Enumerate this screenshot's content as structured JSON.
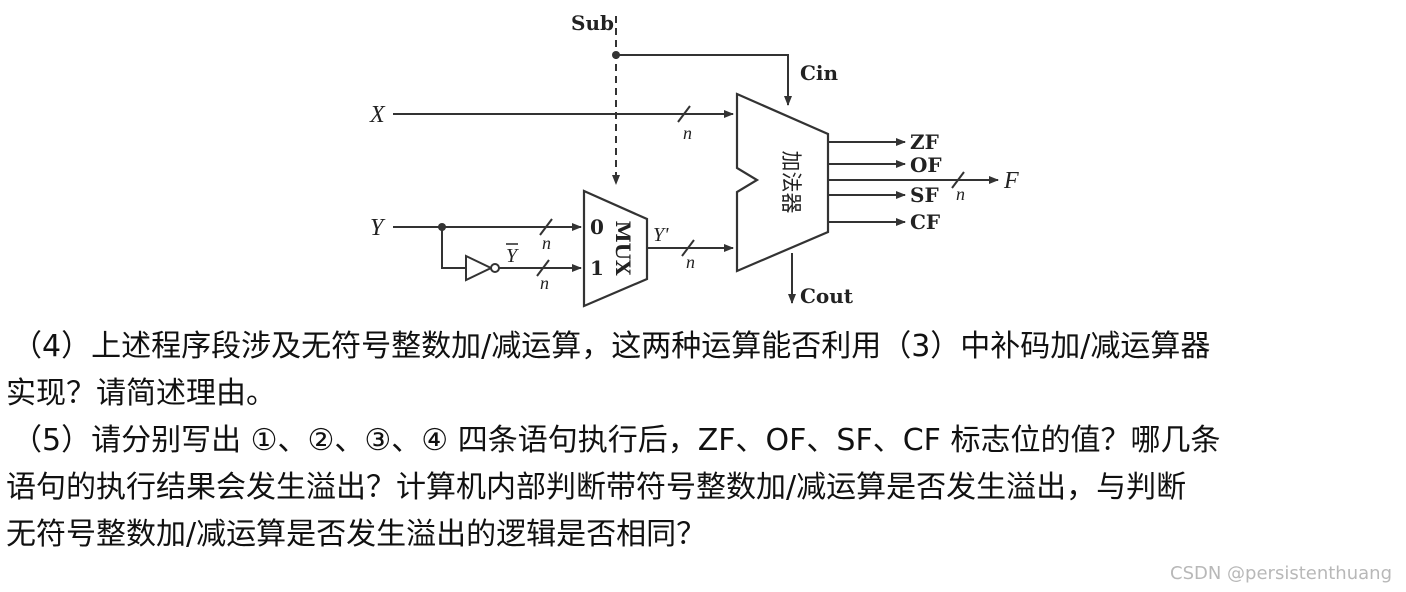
{
  "diagram": {
    "labels": {
      "sub": "Sub",
      "cin": "Cin",
      "x": "X",
      "y": "Y",
      "y_bar": "Y",
      "y_prime": "Y'",
      "n": "n",
      "mux": "MUX",
      "mux_in0": "0",
      "mux_in1": "1",
      "adder": "加法器",
      "cout": "Cout",
      "f": "F",
      "flags": [
        "ZF",
        "OF",
        "SF",
        "CF"
      ]
    }
  },
  "questions": {
    "q4_line1": "（4）上述程序段涉及无符号整数加/减运算，这两种运算能否利用（3）中补码加/减运算器",
    "q4_line2": "实现？请简述理由。",
    "q5_line1": "（5）请分别写出 ①、②、③、④ 四条语句执行后，ZF、OF、SF、CF 标志位的值？哪几条",
    "q5_line2": "语句的执行结果会发生溢出？计算机内部判断带符号整数加/减运算是否发生溢出，与判断",
    "q5_line3": "无符号整数加/减运算是否发生溢出的逻辑是否相同？"
  },
  "watermark": "CSDN @persistenthuang"
}
